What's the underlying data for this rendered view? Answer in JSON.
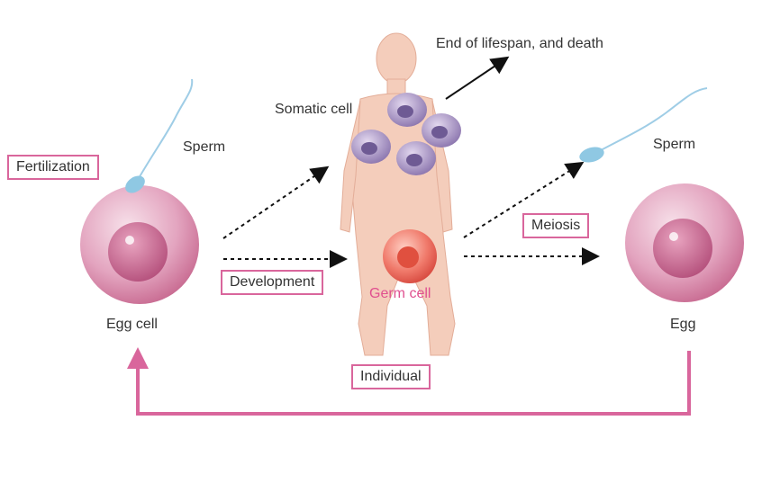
{
  "labels": {
    "fertilization": "Fertilization",
    "sperm_left": "Sperm",
    "egg_cell": "Egg cell",
    "development": "Development",
    "somatic_cell": "Somatic cell",
    "germ_cell": "Germ cell",
    "individual": "Individual",
    "end_of_lifespan": "End of lifespan, and death",
    "meiosis": "Meiosis",
    "sperm_right": "Sperm",
    "egg": "Egg"
  },
  "colors": {
    "accent": "#d9669c",
    "egg": "#d77fa2",
    "germ": "#e8584f",
    "somatic": "#9a84b8",
    "body": "#f4cdbb",
    "sperm": "#8fc8e3"
  }
}
